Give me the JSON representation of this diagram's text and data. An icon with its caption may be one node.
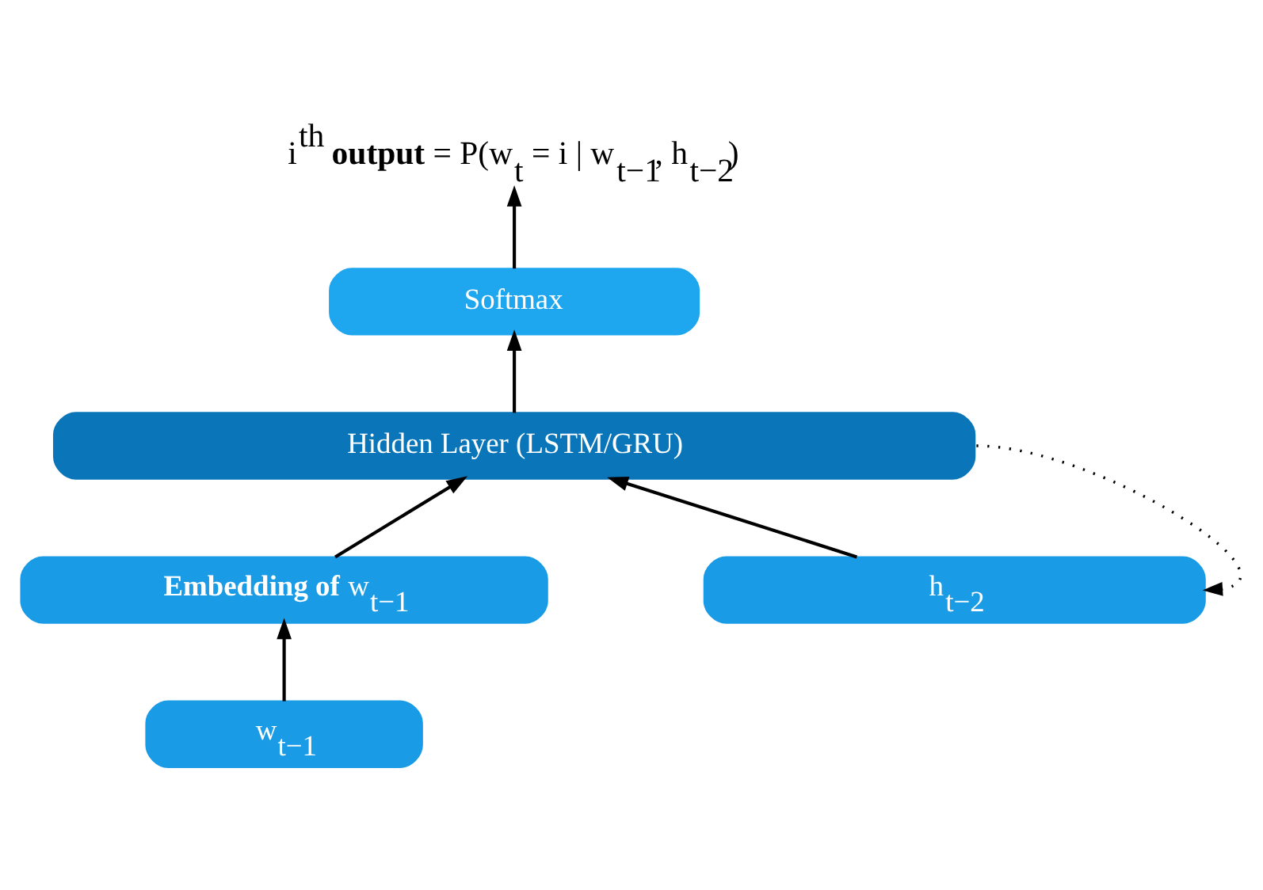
{
  "diagram": {
    "nodes": [
      {
        "text": [
          "i$^{th}$ **output** = P(w$_{t}$ = i | w$_{t−1}$, h$_{t−2}$)"
        ]
      },
      {
        "text": [
          "Softmax"
        ]
      },
      {
        "text": [
          "Hidden Layer (LSTM/GRU)"
        ]
      },
      {
        "text": [
          "**Embedding of** w$_{t−1}$"
        ]
      },
      {
        "text": [
          "h$_{t−2}$"
        ]
      },
      {
        "text": [
          "w$_{t−1}$"
        ]
      }
    ],
    "edges": [
      {
        "from": 1,
        "to": 0,
        "arrow": "to"
      },
      {
        "from": 2,
        "to": 1,
        "arrow": "to"
      },
      {
        "from": 3,
        "to": 2,
        "arrow": "to"
      },
      {
        "from": 4,
        "to": 2,
        "arrow": "to"
      },
      {
        "from": 5,
        "to": 3,
        "arrow": "to"
      },
      {
        "from": 2,
        "to": 4,
        "arrow": "to",
        "style": "dashed"
      }
    ]
  }
}
